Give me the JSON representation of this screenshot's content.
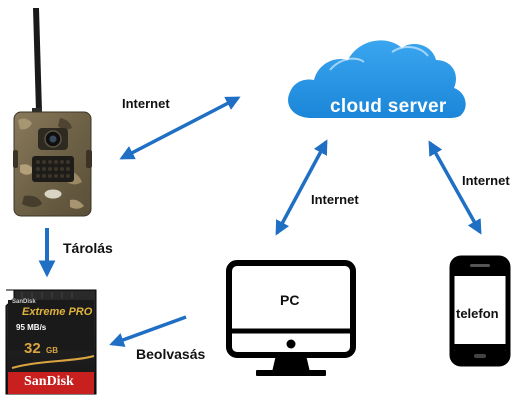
{
  "diagram": {
    "nodes": {
      "camera": {
        "icon": "trail-camera-icon"
      },
      "cloud": {
        "label": "cloud server",
        "icon": "cloud-icon",
        "color": "#1d8fe0"
      },
      "pc": {
        "label": "PC",
        "icon": "monitor-icon"
      },
      "phone": {
        "label": "telefon",
        "icon": "smartphone-icon"
      },
      "sdcard": {
        "icon": "sd-card-icon",
        "brand_top": "SanDisk",
        "product": "Extreme PRO",
        "speed": "95 MB/s",
        "capacity": "32",
        "capacity_unit": "GB",
        "brand": "SanDisk"
      }
    },
    "edges": {
      "camera_cloud": "Internet",
      "pc_cloud": "Internet",
      "phone_cloud": "Internet",
      "camera_sd": "Tárolás",
      "sd_pc": "Beolvasás"
    },
    "colors": {
      "arrow": "#1f6fc5",
      "icon_stroke": "#000000",
      "sd_red": "#c8201f"
    }
  }
}
